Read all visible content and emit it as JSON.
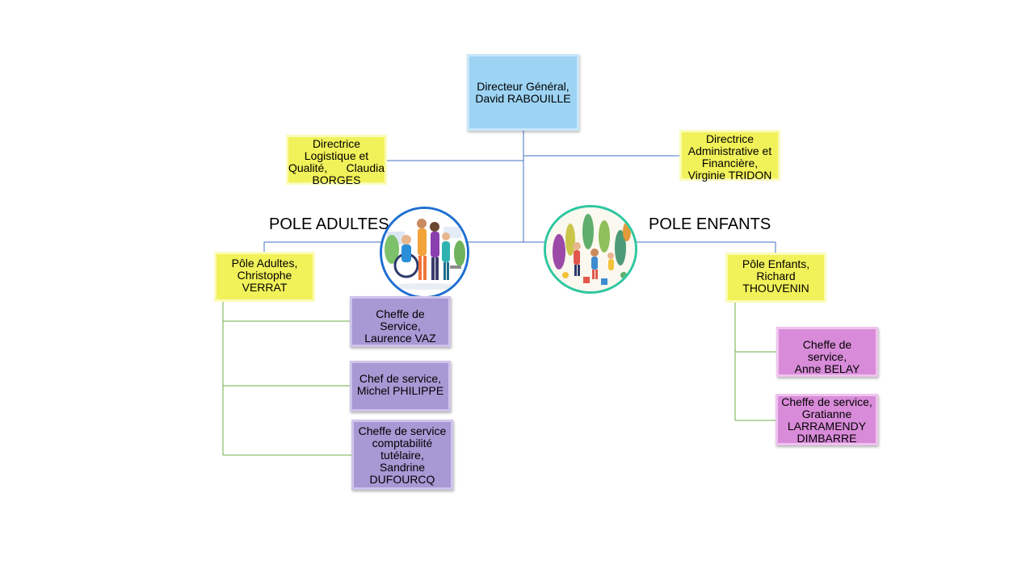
{
  "director": [
    "Directeur Général,",
    "David RABOUILLE"
  ],
  "directrice_logistique": [
    "Directrice",
    "Logistique et",
    "Qualité,      Claudia",
    "BORGES"
  ],
  "directrice_admin": [
    "Directrice",
    "Administrative et",
    "Financière,",
    "Virginie TRIDON"
  ],
  "pole_adultes_title": "POLE ADULTES",
  "pole_enfants_title": "POLE ENFANTS",
  "pole_adultes": [
    "Pôle Adultes,",
    "Christophe",
    "VERRAT"
  ],
  "pole_enfants": [
    "Pôle Enfants,",
    "Richard",
    "THOUVENIN"
  ],
  "adultes_services": [
    [
      "Cheffe de Service,",
      "Laurence VAZ"
    ],
    [
      "Chef de service,",
      "Michel PHILIPPE"
    ],
    [
      "Cheffe de service",
      "comptabilité",
      "tutélaire,",
      "Sandrine",
      "DUFOURCQ"
    ]
  ],
  "enfants_services": [
    [
      "Cheffe de service,",
      "Anne BELAY"
    ],
    [
      "Cheffe de service,",
      "Gratianne",
      "LARRAMENDY",
      "DIMBARRE"
    ]
  ],
  "colors": {
    "connector_blue": "#4472c4",
    "connector_green": "#70ad47",
    "circle_adultes": "#1f6fd1",
    "circle_enfants": "#2ec7a0"
  },
  "icons": {
    "adultes_illustration": "people-group-illustration",
    "enfants_illustration": "children-playing-illustration"
  }
}
